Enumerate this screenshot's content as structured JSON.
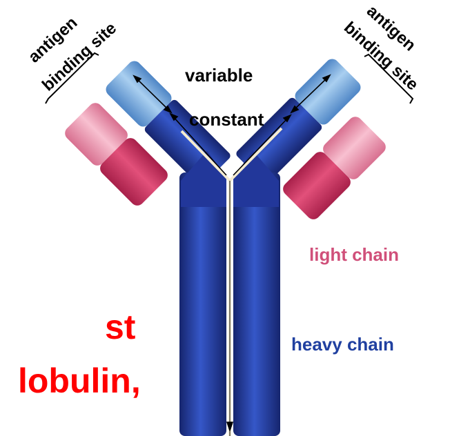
{
  "labels": {
    "antigen_left": "antigen",
    "binding_site_left": "binding site",
    "antigen_right": "antigen",
    "binding_site_right": "binding site",
    "variable": "variable",
    "constant": "constant",
    "light_chain": "light chain",
    "heavy_chain": "heavy chain"
  },
  "slide_text": {
    "line1": "st",
    "line2": "lobulin,"
  },
  "colors": {
    "heavy_chain": "#1f3a9a",
    "heavy_chain_variable": "#7fb0e0",
    "light_chain": "#c8305a",
    "light_chain_variable": "#f0a0b8",
    "light_chain_label": "#d0507a",
    "heavy_chain_label": "#2040a0",
    "slide_text": "#ff0000"
  }
}
